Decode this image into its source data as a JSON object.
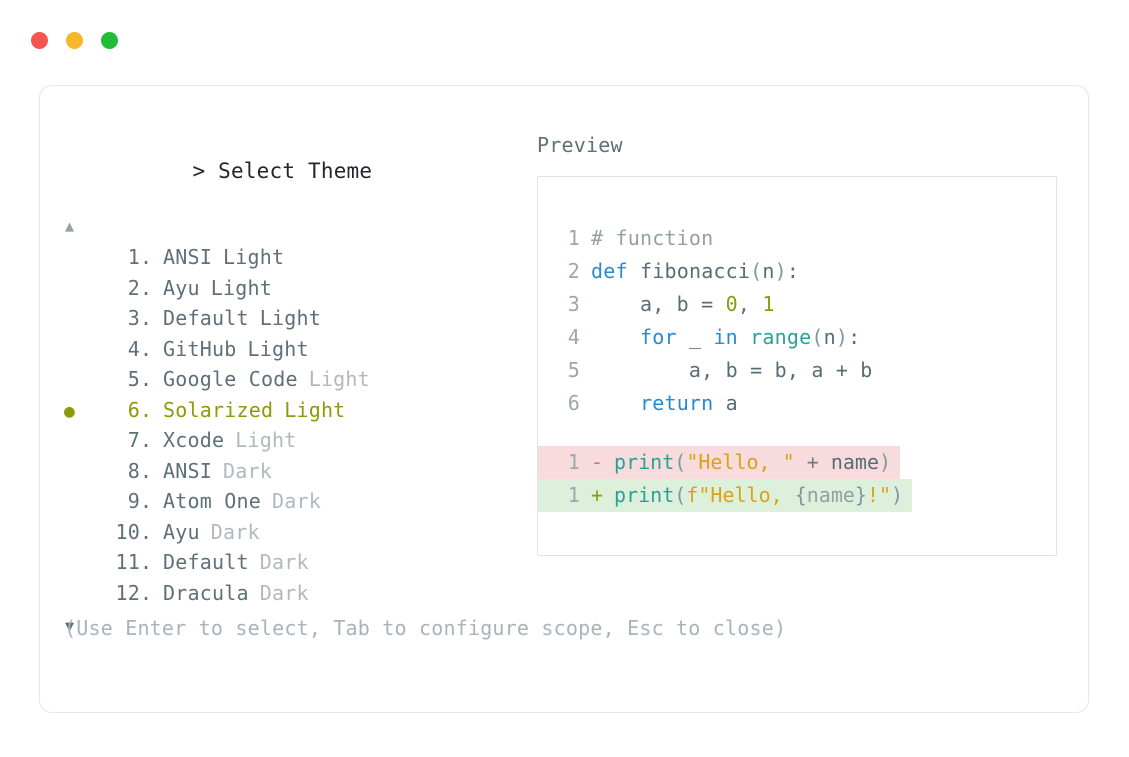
{
  "window": {
    "controls": [
      {
        "name": "close",
        "color": "#F4554E"
      },
      {
        "name": "minimize",
        "color": "#F6B72B"
      },
      {
        "name": "maximize",
        "color": "#21BD38"
      }
    ]
  },
  "picker": {
    "prompt_symbol": ">",
    "title": "Select Theme",
    "scroll_up_glyph": "▲",
    "scroll_down_glyph": "▼",
    "selected_index": 6,
    "bullet_glyph": "●",
    "selected_color": "#8C9A0C",
    "items": [
      {
        "index": "1",
        "dot": ".",
        "name": "ANSI",
        "variant": "Light",
        "dim_variant": false,
        "selected": false
      },
      {
        "index": "2",
        "dot": ".",
        "name": "Ayu",
        "variant": "Light",
        "dim_variant": false,
        "selected": false
      },
      {
        "index": "3",
        "dot": ".",
        "name": "Default",
        "variant": "Light",
        "dim_variant": false,
        "selected": false
      },
      {
        "index": "4",
        "dot": ".",
        "name": "GitHub",
        "variant": "Light",
        "dim_variant": false,
        "selected": false
      },
      {
        "index": "5",
        "dot": ".",
        "name": "Google Code",
        "variant": "Light",
        "dim_variant": true,
        "selected": false
      },
      {
        "index": "6",
        "dot": ".",
        "name": "Solarized",
        "variant": "Light",
        "dim_variant": false,
        "selected": true
      },
      {
        "index": "7",
        "dot": ".",
        "name": "Xcode",
        "variant": "Light",
        "dim_variant": true,
        "selected": false
      },
      {
        "index": "8",
        "dot": ".",
        "name": "ANSI",
        "variant": "Dark",
        "dim_variant": true,
        "selected": false
      },
      {
        "index": "9",
        "dot": ".",
        "name": "Atom One",
        "variant": "Dark",
        "dim_variant": true,
        "selected": false
      },
      {
        "index": "10",
        "dot": ".",
        "name": "Ayu",
        "variant": "Dark",
        "dim_variant": true,
        "selected": false
      },
      {
        "index": "11",
        "dot": ".",
        "name": "Default",
        "variant": "Dark",
        "dim_variant": true,
        "selected": false
      },
      {
        "index": "12",
        "dot": ".",
        "name": "Dracula",
        "variant": "Dark",
        "dim_variant": true,
        "selected": false
      }
    ]
  },
  "hint": "(Use Enter to select, Tab to configure scope, Esc to close)",
  "preview": {
    "label": "Preview",
    "code_lines": [
      {
        "n": "1",
        "tokens": [
          {
            "t": "# function",
            "c": "comment"
          }
        ]
      },
      {
        "n": "2",
        "tokens": [
          {
            "t": "def",
            "c": "kw"
          },
          {
            "t": " ",
            "c": "plain"
          },
          {
            "t": "fibonacci",
            "c": "plain"
          },
          {
            "t": "(",
            "c": "punct"
          },
          {
            "t": "n",
            "c": "plain"
          },
          {
            "t": ")",
            "c": "punct"
          },
          {
            "t": ":",
            "c": "plain"
          }
        ]
      },
      {
        "n": "3",
        "tokens": [
          {
            "t": "    a, b = ",
            "c": "plain"
          },
          {
            "t": "0",
            "c": "num"
          },
          {
            "t": ", ",
            "c": "plain"
          },
          {
            "t": "1",
            "c": "num"
          }
        ]
      },
      {
        "n": "4",
        "tokens": [
          {
            "t": "    ",
            "c": "plain"
          },
          {
            "t": "for",
            "c": "kw"
          },
          {
            "t": " _ ",
            "c": "plain"
          },
          {
            "t": "in",
            "c": "kw"
          },
          {
            "t": " ",
            "c": "plain"
          },
          {
            "t": "range",
            "c": "fn"
          },
          {
            "t": "(",
            "c": "punct"
          },
          {
            "t": "n",
            "c": "plain"
          },
          {
            "t": ")",
            "c": "punct"
          },
          {
            "t": ":",
            "c": "plain"
          }
        ]
      },
      {
        "n": "5",
        "tokens": [
          {
            "t": "        a, b = b, a + b",
            "c": "plain"
          }
        ]
      },
      {
        "n": "6",
        "tokens": [
          {
            "t": "    ",
            "c": "plain"
          },
          {
            "t": "return",
            "c": "kw"
          },
          {
            "t": " a",
            "c": "plain"
          }
        ]
      }
    ],
    "diff_lines": [
      {
        "n": "1",
        "kind": "del",
        "sign": "-",
        "tokens": [
          {
            "t": "print",
            "c": "fn"
          },
          {
            "t": "(",
            "c": "punct"
          },
          {
            "t": "\"Hello, \"",
            "c": "str"
          },
          {
            "t": " ",
            "c": "plain"
          },
          {
            "t": "+",
            "c": "op"
          },
          {
            "t": " ",
            "c": "plain"
          },
          {
            "t": "name",
            "c": "plain"
          },
          {
            "t": ")",
            "c": "punct"
          }
        ]
      },
      {
        "n": "1",
        "kind": "add",
        "sign": "+",
        "tokens": [
          {
            "t": "print",
            "c": "fn"
          },
          {
            "t": "(",
            "c": "punct"
          },
          {
            "t": "f",
            "c": "str"
          },
          {
            "t": "\"Hello, ",
            "c": "str"
          },
          {
            "t": "{",
            "c": "punct"
          },
          {
            "t": "name",
            "c": "var"
          },
          {
            "t": "}",
            "c": "punct"
          },
          {
            "t": "!",
            "c": "str"
          },
          {
            "t": "\"",
            "c": "str"
          },
          {
            "t": ")",
            "c": "punct"
          }
        ]
      }
    ]
  }
}
